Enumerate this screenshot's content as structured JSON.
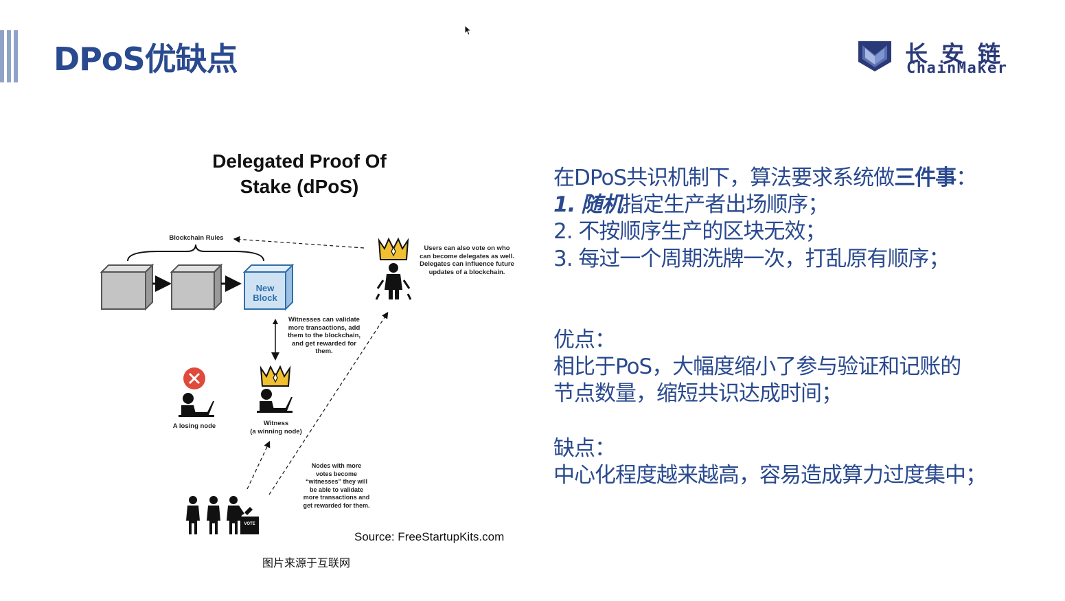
{
  "slide": {
    "title": "DPoS优缺点"
  },
  "logo": {
    "cn": "长安链",
    "en": "ChainMaker",
    "color": "#2a3a78"
  },
  "diagram": {
    "title_line1": "Delegated Proof Of",
    "title_line2": "Stake (dPoS)",
    "blockchain_rules": "Blockchain Rules",
    "new_block_line1": "New",
    "new_block_line2": "Block",
    "delegates_note": [
      "Users can also vote on who",
      "can become delegates as well.",
      "Delegates can influence future",
      "updates of a blockchain."
    ],
    "witness_note": [
      "Witnesses can validate",
      "more transactions, add",
      "them to the blockchain,",
      "and get rewarded for",
      "them."
    ],
    "losing_node": "A losing node",
    "witness_line1": "Witness",
    "witness_line2": "(a winning node)",
    "voters_note": [
      "Nodes with more",
      "votes become",
      "“witnesses” they will",
      "be able to validate",
      "more transactions and",
      "get rewarded for them."
    ],
    "vote_box": "VOTE",
    "source": "Source: FreeStartupKits.com",
    "caption": "图片来源于互联网"
  },
  "content": {
    "intro_prefix": "在DPoS共识机制下，算法要求系统做",
    "intro_bold": "三件事",
    "intro_suffix": "：",
    "item1_num": "1.",
    "item1_bold": "随机",
    "item1_rest": "指定生产者出场顺序；",
    "item2": "2.  不按顺序生产的区块无效；",
    "item3": "3.  每过一个周期洗牌一次，打乱原有顺序；",
    "pros_label": "优点：",
    "pros_line1": "相比于PoS，大幅度缩小了参与验证和记账的",
    "pros_line2": "节点数量，缩短共识达成时间；",
    "cons_label": "缺点：",
    "cons_line1": "中心化程度越来越高，容易造成算力过度集中；"
  },
  "colors": {
    "accent": "#2a4a8f",
    "side_bar": "#8fa3c8",
    "new_block": "#cfe2f3",
    "gold": "#f0c030",
    "red": "#e04a3a"
  }
}
